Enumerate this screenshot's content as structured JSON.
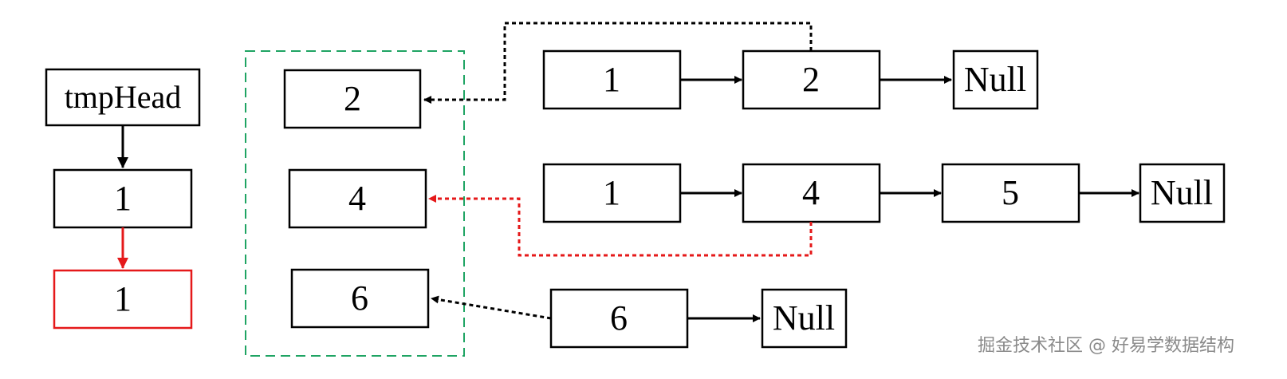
{
  "left_column": {
    "head_label": "tmpHead",
    "node1_label": "1",
    "node2_label": "1"
  },
  "candidate_column": {
    "item1": "2",
    "item2": "4",
    "item3": "6"
  },
  "list_a": {
    "nodes": [
      "1",
      "2",
      "Null"
    ]
  },
  "list_b": {
    "nodes": [
      "1",
      "4",
      "5",
      "Null"
    ]
  },
  "list_c": {
    "nodes": [
      "6",
      "Null"
    ]
  },
  "colors": {
    "highlight": "#e5191a",
    "group_border": "#1fa463",
    "default": "#000000"
  },
  "watermark": "掘金技术社区 @ 好易学数据结构"
}
